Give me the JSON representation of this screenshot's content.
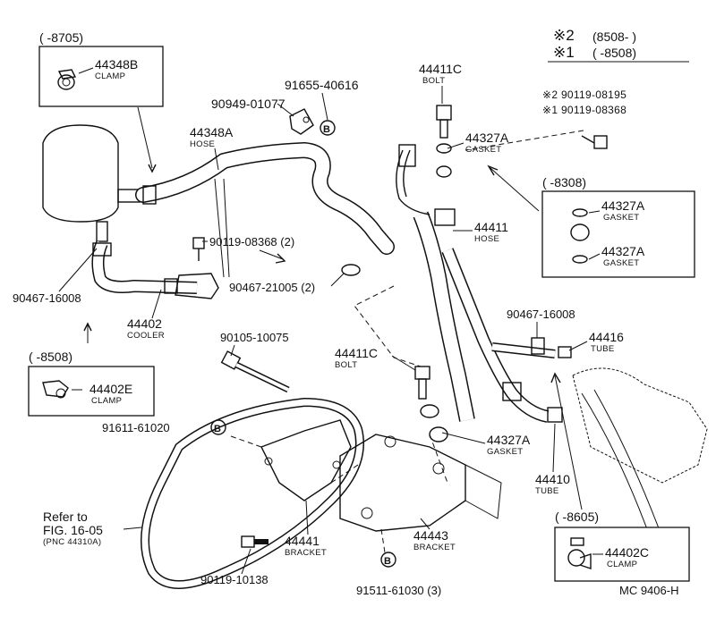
{
  "legend": {
    "mark2": "※2",
    "range2": "(8508-      )",
    "mark1": "※1",
    "range1": "(      -8508)"
  },
  "boxes": {
    "clamp_b": {
      "range": "(      -8705)",
      "part": "44348B",
      "name": "CLAMP"
    },
    "clamp_e": {
      "range": "(      -8508)",
      "part": "44402E",
      "name": "CLAMP"
    },
    "gasket_box": {
      "range": "(      -8308)",
      "part1": "44327A",
      "name1": "GASKET",
      "part2": "44327A",
      "name2": "GASKET"
    },
    "clamp_c": {
      "range": "(      -8605)",
      "part": "44402C",
      "name": "CLAMP"
    }
  },
  "labels": {
    "p91655": "91655-40616",
    "p90949": "90949-01077",
    "p44348A": "44348A",
    "hose1": "HOSE",
    "p44411C_top": "44411C",
    "bolt_top": "BOLT",
    "p90119_8195": "※2  90119-08195",
    "p90119_8368_top": "※1  90119-08368",
    "p44327A_top": "44327A",
    "gasket_top": "GASKET",
    "p44411": "44411",
    "hose2": "HOSE",
    "p90119_8368_2": "90119-08368 (2)",
    "p90467_21005": "90467-21005 (2)",
    "p90467_16008_left": "90467-16008",
    "p44402": "44402",
    "cooler": "COOLER",
    "p90467_16008_right": "90467-16008",
    "p44416": "44416",
    "tube1": "TUBE",
    "p90105": "90105-10075",
    "p44411C_mid": "44411C",
    "bolt_mid": "BOLT",
    "p91611": "91611-61020",
    "p44327A_mid": "44327A",
    "gasket_mid": "GASKET",
    "p44410": "44410",
    "tube2": "TUBE",
    "refer1": "Refer to",
    "refer2": "FIG. 16-05",
    "refer3": "(PNC 44310A)",
    "p44441": "44441",
    "bracket1": "BRACKET",
    "p44443": "44443",
    "bracket2": "BRACKET",
    "p90119_10138": "90119-10138",
    "p91511": "91511-61030 (3)",
    "b_mark": "B",
    "diagram_id": "MC 9406-H"
  }
}
